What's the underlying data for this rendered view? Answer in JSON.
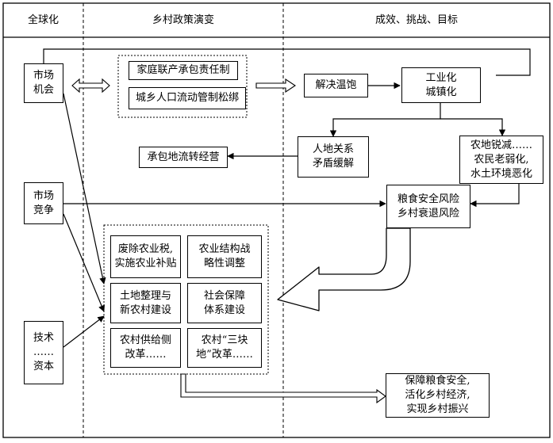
{
  "columns": {
    "globalization": "全球化",
    "policy_evolution": "乡村政策演变",
    "outcomes": "成效、挑战、目标"
  },
  "left": {
    "market_opportunity": "市场\n机会",
    "market_competition": "市场\n竞争",
    "tech_capital": "技术\n……\n资本"
  },
  "reform_policies": {
    "household_contract": "家庭联产承包责任制",
    "migration_loosening": "城乡人口流动管制松绑"
  },
  "outcomes": {
    "food_solved": "解决温饱",
    "industrialization": "工业化\n城镇化",
    "land_relief": "人地关系\n矛盾缓解",
    "land_transfer": "承包地流转经营",
    "challenges": "农地锐减……\n农民老弱化,\n水土环境恶化",
    "risks": "粮食安全风险\n乡村衰退风险",
    "goals": "保障粮食安全,\n活化乡村经济,\n实现乡村振兴"
  },
  "new_policies": {
    "abolish_tax": "废除农业税,\n实施农业补贴",
    "structure_adjust": "农业结构战\n略性调整",
    "land_consolidation": "土地整理与\n新农村建设",
    "social_security": "社会保障\n体系建设",
    "supply_side": "农村供给侧\n改革……",
    "three_lands": "农村“三块\n地”改革……"
  },
  "colors": {
    "line": "#000000",
    "background": "#ffffff"
  }
}
